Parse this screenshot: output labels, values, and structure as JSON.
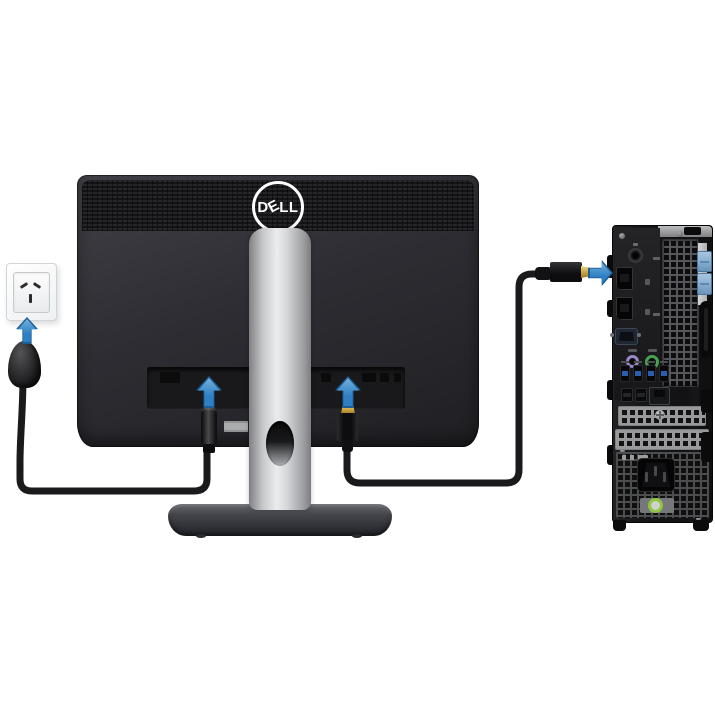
{
  "brand": {
    "logo_letters": [
      "D",
      "E",
      "L",
      "L"
    ]
  },
  "colors": {
    "arrow_blue": "#2e7fc3",
    "arrow_blue_dark": "#1c5d94",
    "arrow_blue_light": "#74b2de",
    "monitor_dark": "#2a2a2f",
    "monitor_darker": "#1b1b1e",
    "cable_black": "#1a1a1c",
    "gold": "#c9a23d",
    "usb_blue": "#2a5fae",
    "ps2_purple": "#9a86c8",
    "ps2_green": "#4aa24f",
    "latch_blue": "#85accf",
    "sticker_green": "#8ec641",
    "case_black": "#141416",
    "cover_silver": "#97999b",
    "stand_silver": "#b9bbbe"
  },
  "icons": {
    "arrows": [
      {
        "name": "plug-to-outlet-arrow",
        "direction": "up",
        "target": "wall-outlet"
      },
      {
        "name": "power-port-arrow",
        "direction": "up",
        "target": "monitor-power-port"
      },
      {
        "name": "video-port-arrow",
        "direction": "up",
        "target": "monitor-video-port"
      },
      {
        "name": "pc-port-arrow",
        "direction": "right",
        "target": "desktop-displayport"
      }
    ]
  }
}
